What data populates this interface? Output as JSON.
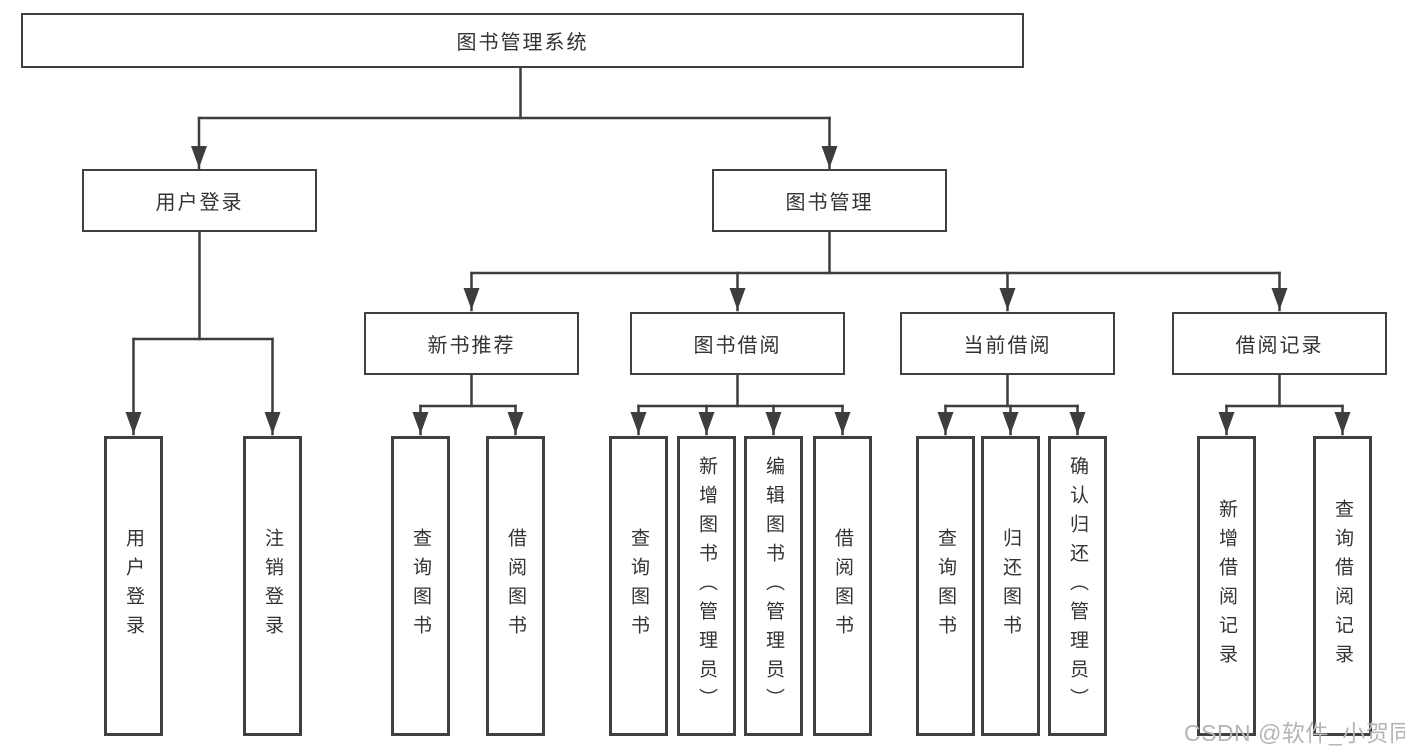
{
  "diagram": {
    "root": "图书管理系统",
    "level2": [
      "用户登录",
      "图书管理"
    ],
    "level3": [
      "新书推荐",
      "图书借阅",
      "当前借阅",
      "借阅记录"
    ],
    "leaves": {
      "login": [
        "用户登录",
        "注销登录"
      ],
      "recommend": [
        "查询图书",
        "借阅图书"
      ],
      "borrow": [
        "查询图书",
        "新增图书（管理员）",
        "编辑图书（管理员）",
        "借阅图书"
      ],
      "current": [
        "查询图书",
        "归还图书",
        "确认归还（管理员）"
      ],
      "records": [
        "新增借阅记录",
        "查询借阅记录"
      ]
    }
  },
  "watermark": "CSDN @软件_小贺同学",
  "colors": {
    "line": "#3d3d3d",
    "box_border": "#404040",
    "text": "#333333",
    "watermark": "#b5b5b5",
    "background": "#ffffff"
  }
}
